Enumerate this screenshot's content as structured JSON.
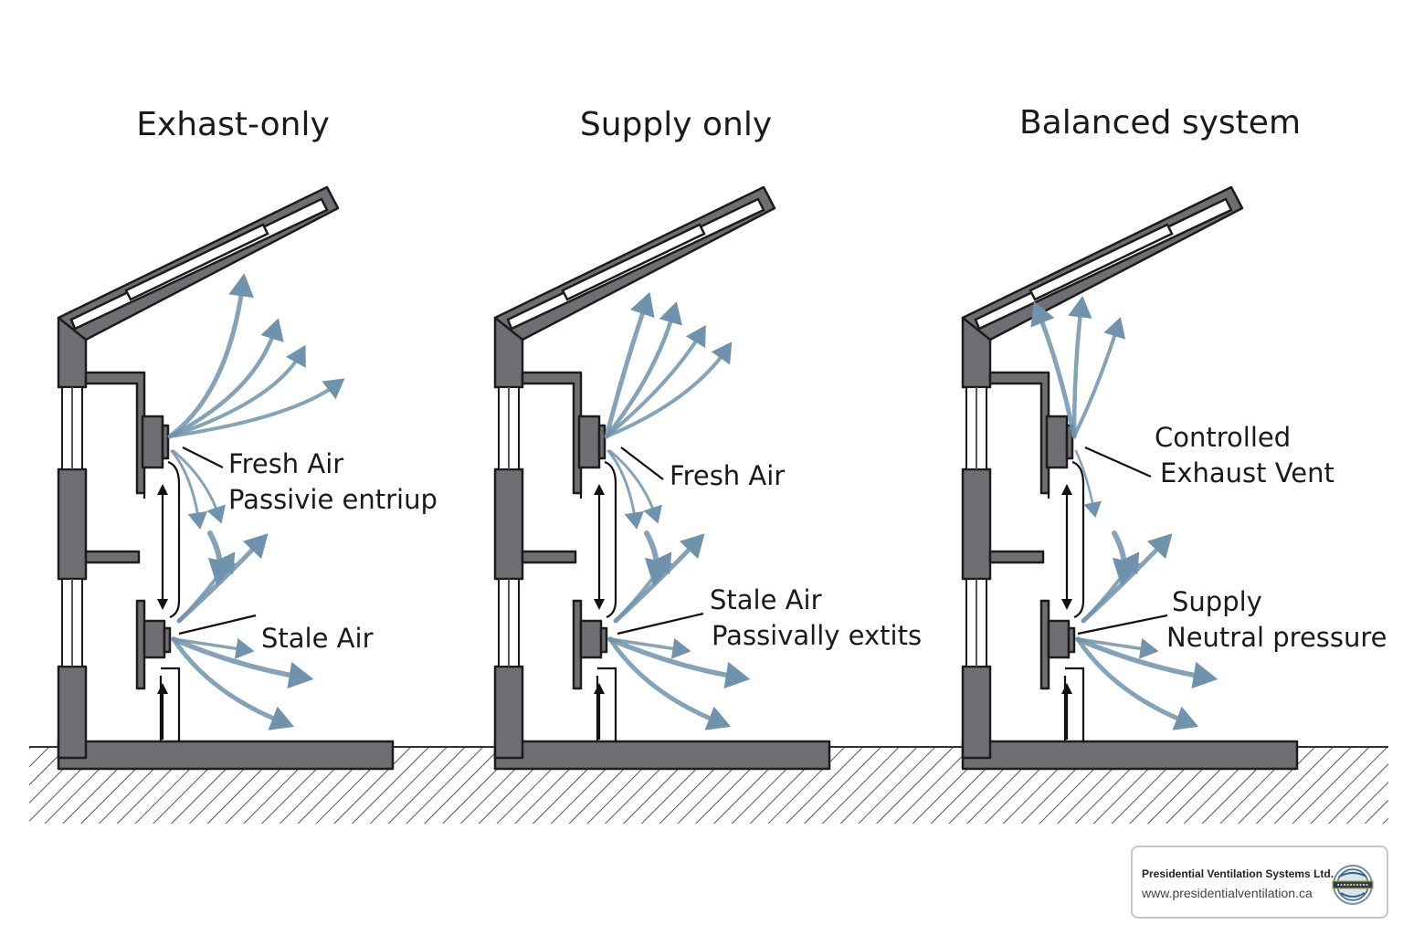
{
  "panels": [
    {
      "title": "Exhast-only",
      "labels": [
        "Fresh Air",
        "Passivie entriup",
        "Stale Air"
      ]
    },
    {
      "title": "Supply only",
      "labels": [
        "Fresh Air",
        "Stale Air",
        "Passivally extits"
      ]
    },
    {
      "title": "Balanced system",
      "labels": [
        "Controlled",
        "Exhaust Vent",
        "Supply",
        "Neutral pressure"
      ]
    }
  ],
  "brand": {
    "name": "Presidential Ventilation Systems Ltd.",
    "url": "www.presidentialventilation.ca",
    "logo_icon": "presidential-seal-logo"
  },
  "colors": {
    "airflow": "#6f93ad",
    "wall": "#6f6f73",
    "hatch": "#555555"
  }
}
